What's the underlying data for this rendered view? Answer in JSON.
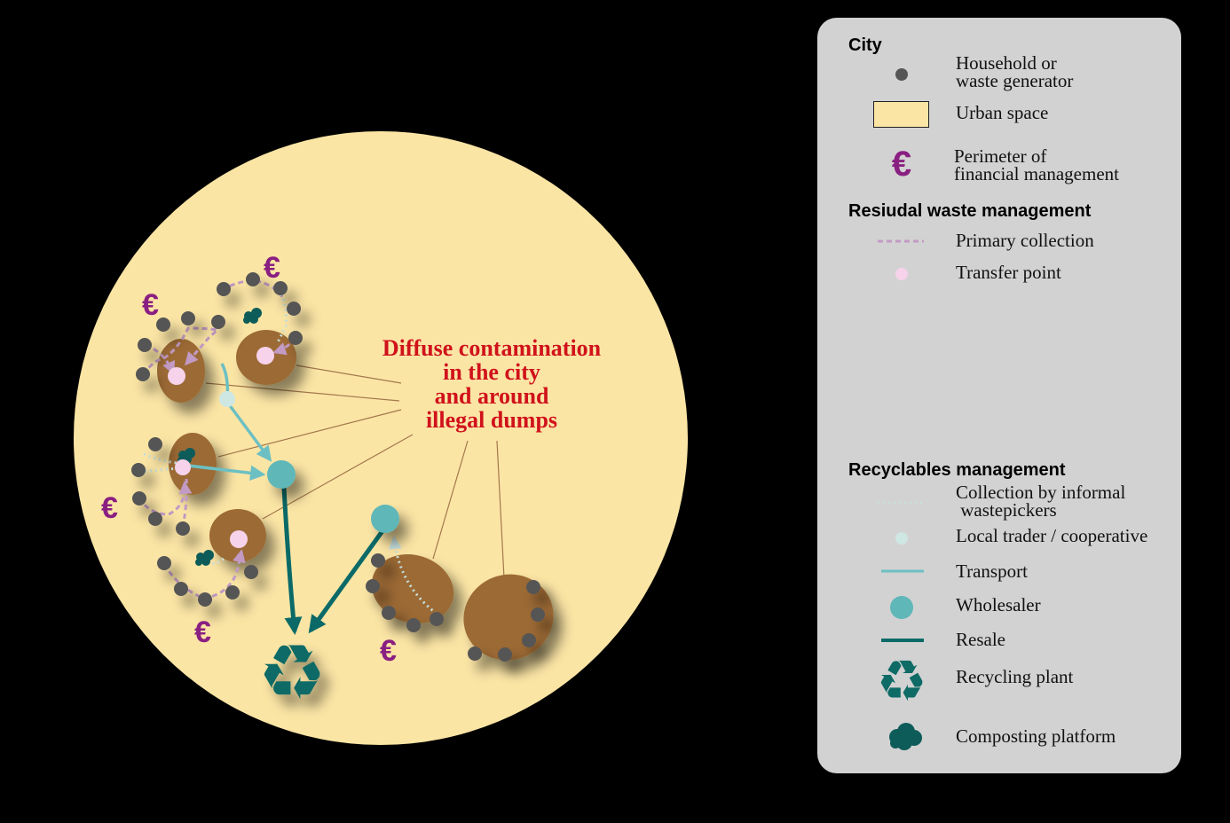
{
  "diagram": {
    "annotation_lines": [
      "Diffuse contamination",
      "in the city",
      "and around",
      "illegal dumps"
    ],
    "euro_symbol": "€",
    "recycle_symbol": "♻"
  },
  "legend": {
    "city": {
      "heading": "City",
      "household": "Household or\nwaste generator",
      "urban_space": "Urban space",
      "perimeter": "Perimeter of\nfinancial management"
    },
    "residual": {
      "heading": "Resiudal waste management",
      "primary_collection": "Primary collection",
      "transfer_point": "Transfer point"
    },
    "recyclables": {
      "heading": "Recyclables management",
      "informal_collection": "Collection by informal\n wastepickers",
      "local_trader": "Local trader / cooperative",
      "transport": "Transport",
      "wholesaler": "Wholesaler",
      "resale": "Resale",
      "recycling_plant": "Recycling plant",
      "composting": "Composting platform"
    }
  },
  "colors": {
    "background": "#000000",
    "urban_space": "#fbe5a5",
    "district": "#9c6b35",
    "household": "#555555",
    "euro": "#8a1f82",
    "transfer_point": "#f6d3ea",
    "primary_collection": "#c29ac4",
    "informal_collection": "#c6e0dc",
    "local_trader": "#cfe7e2",
    "transport": "#6cc0c3",
    "wholesaler": "#5fb7b8",
    "resale": "#0b6a67",
    "recycling": "#0e6b66",
    "composting": "#0d5c59",
    "annotation": "#d0121b",
    "legend_bg": "#d2d2d2"
  }
}
